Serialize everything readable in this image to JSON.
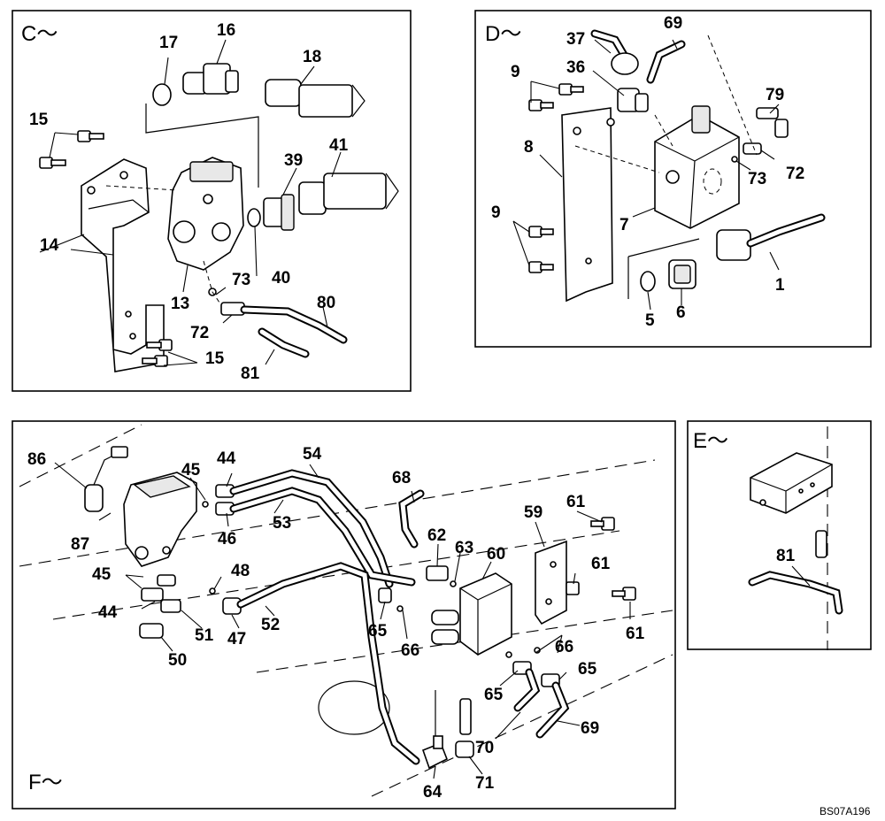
{
  "sections": {
    "c": "C～",
    "d": "D～",
    "e": "E～",
    "f": "F～"
  },
  "reference_code": "BS07A196",
  "labels": {
    "c": [
      "17",
      "16",
      "18",
      "15",
      "39",
      "41",
      "14",
      "13",
      "73",
      "40",
      "72",
      "80",
      "15",
      "81"
    ],
    "d": [
      "37",
      "69",
      "36",
      "9",
      "79",
      "8",
      "72",
      "73",
      "9",
      "7",
      "1",
      "5",
      "6"
    ],
    "e": [
      "81"
    ],
    "f": [
      "86",
      "45",
      "44",
      "54",
      "68",
      "87",
      "46",
      "53",
      "62",
      "63",
      "60",
      "59",
      "61",
      "45",
      "48",
      "61",
      "44",
      "47",
      "52",
      "65",
      "66",
      "61",
      "51",
      "50",
      "66",
      "65",
      "65",
      "70",
      "69",
      "64",
      "71"
    ]
  }
}
